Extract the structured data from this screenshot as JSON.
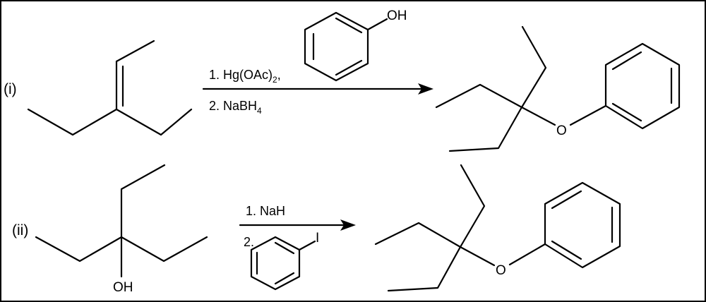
{
  "frame": {
    "border_color": "#000000",
    "background": "#ffffff"
  },
  "reaction_i": {
    "label": "(i)",
    "step1": "1. Hg(OAc)",
    "step1_sub": "2",
    "step1_tail": ",",
    "step2": "2. NaBH",
    "step2_sub": "4",
    "phenol_label": "OH",
    "product_oxygen": "O"
  },
  "reaction_ii": {
    "label": "(ii)",
    "step1": "1. NaH",
    "step2": "2.",
    "iodide_label": "I",
    "reactant_oh": "OH",
    "product_oxygen": "O"
  }
}
